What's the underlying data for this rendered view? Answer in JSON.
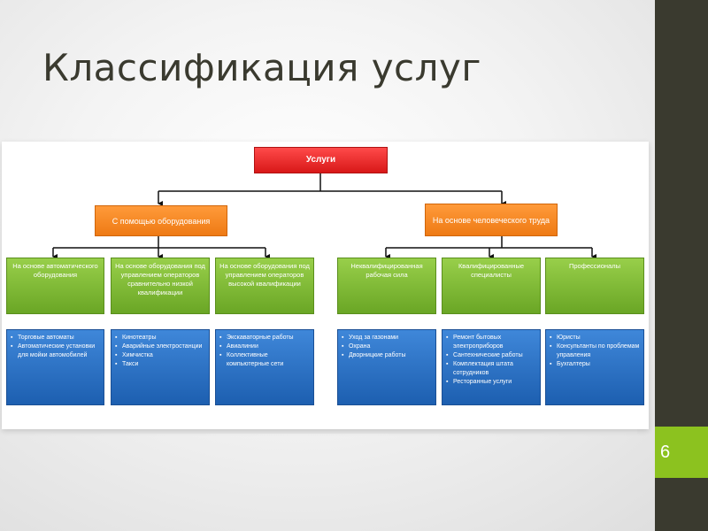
{
  "title": "Классификация услуг",
  "page_number": "6",
  "diagram": {
    "root": "Услуги",
    "branches": [
      {
        "label": "С помощью оборудования",
        "groups": [
          {
            "label": "На основе автоматического оборудования",
            "items": [
              "Торговые автоматы",
              "Автоматические установки для мойки автомобилей"
            ]
          },
          {
            "label": "На основе оборудования под управлением операторов сравнительно низкой квалификации",
            "items": [
              "Кинотеатры",
              "Аварийные электростанции",
              "Химчистка",
              "Такси"
            ]
          },
          {
            "label": "На основе оборудования под управлением операторов высокой квалификации",
            "items": [
              "Экскаваторные работы",
              "Авиалинии",
              "Коллективные компьютерные сети"
            ]
          }
        ]
      },
      {
        "label": "На основе человеческого труда",
        "groups": [
          {
            "label": "Неквалифицированная рабочая сила",
            "items": [
              "Уход за газонами",
              "Охрана",
              "Дворницкие работы"
            ]
          },
          {
            "label": "Квалифицированные специалисты",
            "items": [
              "Ремонт бытовых электроприборов",
              "Сантехнические работы",
              "Комплектация штата сотрудников",
              "Ресторанные услуги"
            ]
          },
          {
            "label": "Профессионалы",
            "items": [
              "Юристы",
              "Консультанты по проблемам управления",
              "Бухгалтеры"
            ]
          }
        ]
      }
    ]
  }
}
